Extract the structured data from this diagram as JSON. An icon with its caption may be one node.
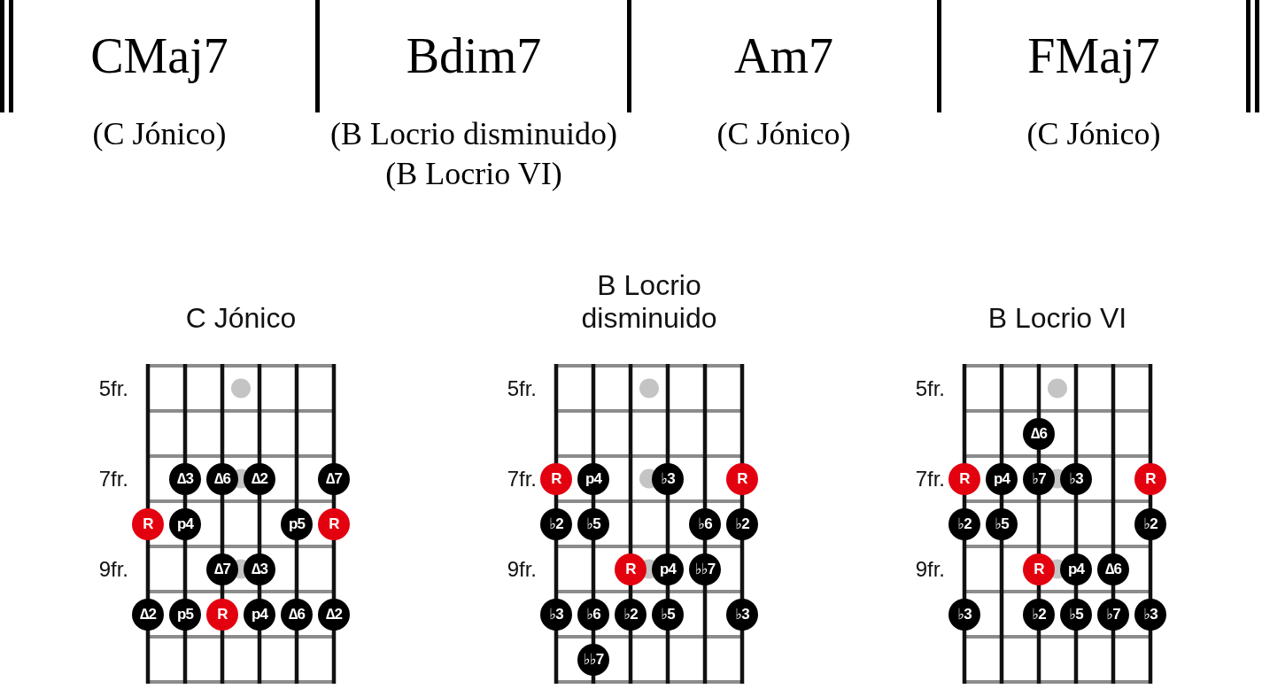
{
  "diagram": {
    "nodes": [
      {
        "text": [
          "C Jónico"
        ]
      },
      {
        "text": [
          "∆3"
        ],
        "in": 0
      },
      {
        "text": [
          "∆6"
        ],
        "in": 0
      },
      {
        "text": [
          "∆2"
        ],
        "in": 0
      },
      {
        "text": [
          "∆7"
        ],
        "in": 0
      },
      {
        "text": [
          "R"
        ],
        "in": 0
      },
      {
        "text": [
          "p4"
        ],
        "in": 0
      },
      {
        "text": [
          "p5"
        ],
        "in": 0
      },
      {
        "text": [
          "R"
        ],
        "in": 0
      },
      {
        "text": [
          "∆7"
        ],
        "in": 0
      },
      {
        "text": [
          "∆3"
        ],
        "in": 0
      },
      {
        "text": [
          "∆2"
        ],
        "in": 0
      },
      {
        "text": [
          "p5"
        ],
        "in": 0
      },
      {
        "text": [
          "R"
        ],
        "in": 0
      },
      {
        "text": [
          "p4"
        ],
        "in": 0
      },
      {
        "text": [
          "∆6"
        ],
        "in": 0
      },
      {
        "text": [
          "∆2"
        ],
        "in": 0
      },
      {
        "text": [
          "B Locrio disminuido"
        ]
      },
      {
        "text": [
          "R"
        ],
        "in": 17
      },
      {
        "text": [
          "p4"
        ],
        "in": 17
      },
      {
        "text": [
          "♭3"
        ],
        "in": 17
      },
      {
        "text": [
          "R"
        ],
        "in": 17
      },
      {
        "text": [
          "♭2"
        ],
        "in": 17
      },
      {
        "text": [
          "♭5"
        ],
        "in": 17
      },
      {
        "text": [
          "♭6"
        ],
        "in": 17
      },
      {
        "text": [
          "♭2"
        ],
        "in": 17
      },
      {
        "text": [
          "R"
        ],
        "in": 17
      },
      {
        "text": [
          "p4"
        ],
        "in": 17
      },
      {
        "text": [
          "♭♭7"
        ],
        "in": 17
      },
      {
        "text": [
          "♭3"
        ],
        "in": 17
      },
      {
        "text": [
          "♭6"
        ],
        "in": 17
      },
      {
        "text": [
          "♭2"
        ],
        "in": 17
      },
      {
        "text": [
          "♭5"
        ],
        "in": 17
      },
      {
        "text": [
          "♭3"
        ],
        "in": 17
      },
      {
        "text": [
          "♭♭7"
        ],
        "in": 17
      },
      {
        "text": [
          "B Locrio VI"
        ]
      },
      {
        "text": [
          "∆6"
        ],
        "in": 35
      },
      {
        "text": [
          "R"
        ],
        "in": 35
      },
      {
        "text": [
          "p4"
        ],
        "in": 35
      },
      {
        "text": [
          "♭7"
        ],
        "in": 35
      },
      {
        "text": [
          "♭3"
        ],
        "in": 35
      },
      {
        "text": [
          "R"
        ],
        "in": 35
      },
      {
        "text": [
          "♭2"
        ],
        "in": 35
      },
      {
        "text": [
          "♭5"
        ],
        "in": 35
      },
      {
        "text": [
          "♭2"
        ],
        "in": 35
      },
      {
        "text": [
          "R"
        ],
        "in": 35
      },
      {
        "text": [
          "p4"
        ],
        "in": 35
      },
      {
        "text": [
          "∆6"
        ],
        "in": 35
      },
      {
        "text": [
          "♭3"
        ],
        "in": 35
      },
      {
        "text": [
          "♭2"
        ],
        "in": 35
      },
      {
        "text": [
          "♭5"
        ],
        "in": 35
      },
      {
        "text": [
          "♭7"
        ],
        "in": 35
      },
      {
        "text": [
          "♭3"
        ],
        "in": 35
      }
    ],
    "labels": [
      "CMaj7",
      "Bdim7",
      "Am7",
      "FMaj7",
      "(C Jónico)",
      "(B Locrio disminuido)",
      "(C Jónico)",
      "(C Jónico)",
      "(B Locrio VI)",
      "5fr.",
      "7fr.",
      "9fr.",
      "5fr.",
      "7fr.",
      "9fr.",
      "5fr.",
      "7fr.",
      "9fr."
    ]
  }
}
